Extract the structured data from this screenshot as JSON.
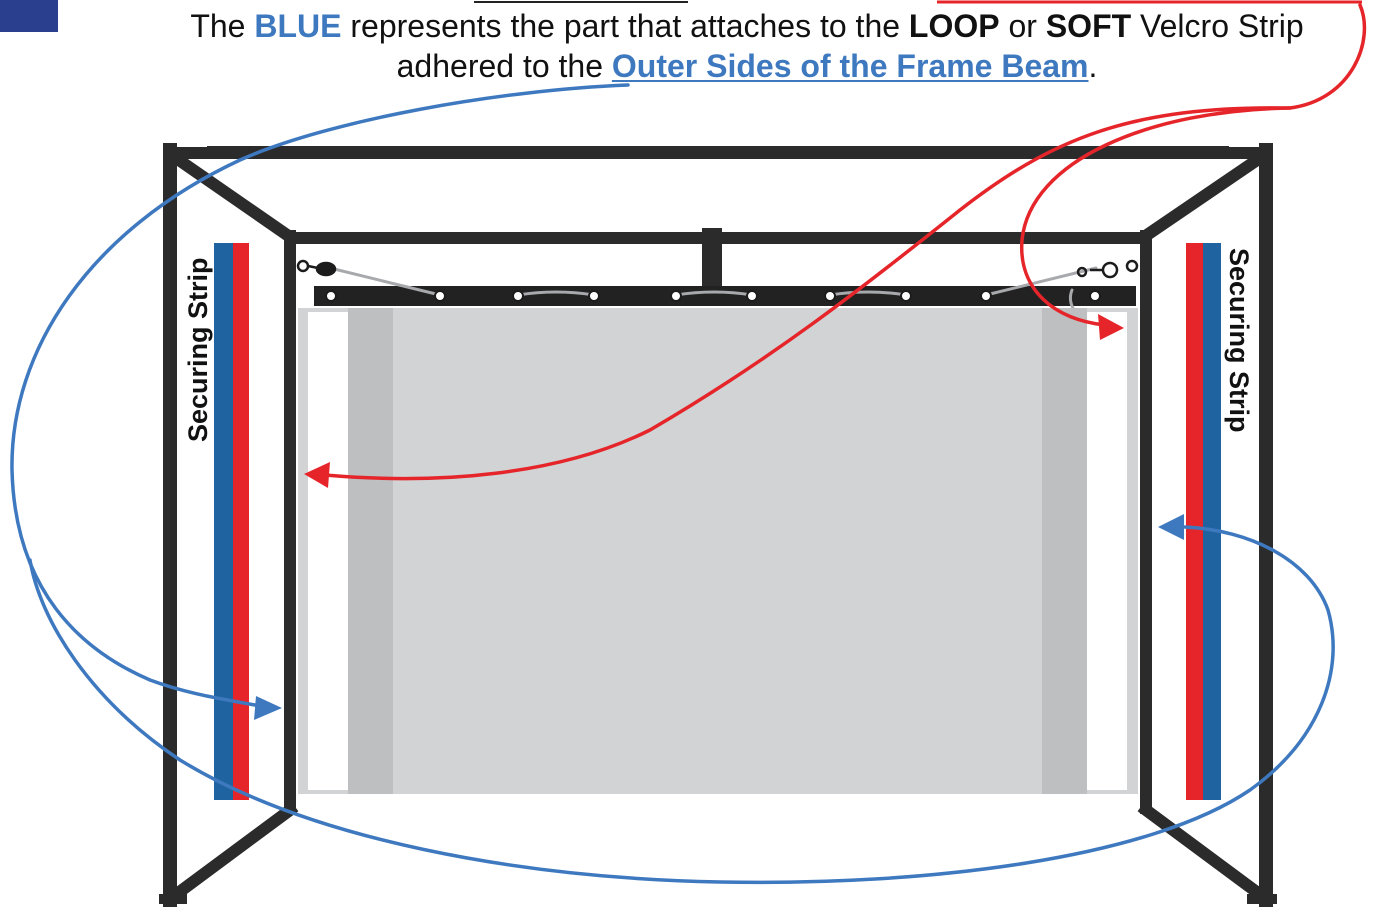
{
  "caption": {
    "line1": {
      "text_a": "The ",
      "blue_word": "BLUE",
      "text_b": " represents the part that attaches to the ",
      "loop_word": "LOOP",
      "text_c": " or ",
      "soft_word": "SOFT",
      "text_d": " Velcro Strip"
    },
    "line2": {
      "text_a": "adhered to the ",
      "link_text": "Outer Sides of the Frame Beam",
      "text_b": "."
    }
  },
  "strips": {
    "left_label": "Securing Strip",
    "right_label": "Securing Strip"
  },
  "colors": {
    "blue": "#3e79c0",
    "strip_blue": "#1f64a0",
    "red": "#e5252a",
    "frame": "#2b2b2b",
    "screen": "#d1d3d4",
    "screen_band": "#bdbfc0",
    "screen_edge": "#ffffff"
  },
  "icons": {
    "corner_swatch": "blue-square-icon",
    "grommet": "grommet-icon",
    "bungee_hook": "bungee-hook-icon"
  }
}
